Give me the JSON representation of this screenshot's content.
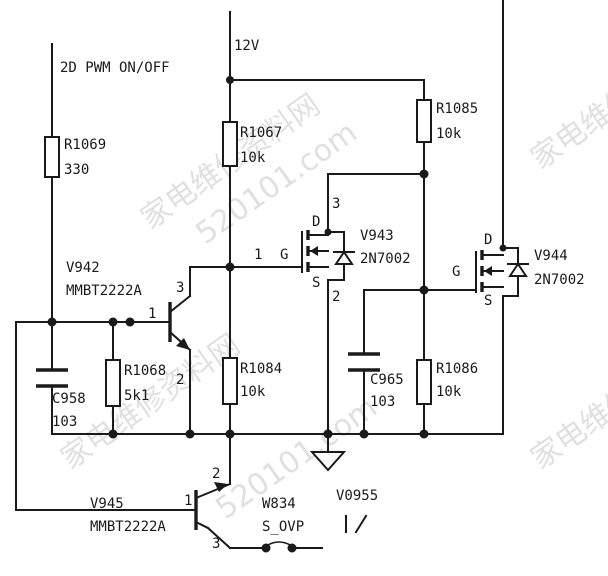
{
  "signals": {
    "pwm": "2D PWM ON/OFF",
    "supply": "12V"
  },
  "resistors": {
    "r1069": {
      "ref": "R1069",
      "value": "330"
    },
    "r1067": {
      "ref": "R1067",
      "value": "10k"
    },
    "r1085": {
      "ref": "R1085",
      "value": "10k"
    },
    "r1068": {
      "ref": "R1068",
      "value": "5k1"
    },
    "r1084": {
      "ref": "R1084",
      "value": "10k"
    },
    "r1086": {
      "ref": "R1086",
      "value": "10k"
    }
  },
  "capacitors": {
    "c958": {
      "ref": "C958",
      "value": "103"
    },
    "c965": {
      "ref": "C965",
      "value": "103"
    }
  },
  "transistors": {
    "v942": {
      "ref": "V942",
      "part": "MMBT2222A",
      "pin_b": "1",
      "pin_c": "3",
      "pin_e": "2"
    },
    "v945": {
      "ref": "V945",
      "part": "MMBT2222A",
      "pin_b": "1",
      "pin_c": "2",
      "pin_e": "3"
    },
    "v943": {
      "ref": "V943",
      "part": "2N7002",
      "pin_g_num": "1",
      "pin_g": "G",
      "pin_d": "D",
      "pin_s": "S",
      "pin_d_num": "3",
      "pin_s_num": "2"
    },
    "v944": {
      "ref": "V944",
      "part": "2N7002",
      "pin_g": "G",
      "pin_d": "D",
      "pin_s": "S"
    }
  },
  "connectors": {
    "w834": {
      "ref": "W834",
      "net": "S_OVP"
    },
    "v0955": {
      "ref": "V0955"
    }
  },
  "watermarks": {
    "site_cn": "家电维修资料网",
    "site_url": "520101.com",
    "corner_cn": "家电维修"
  }
}
